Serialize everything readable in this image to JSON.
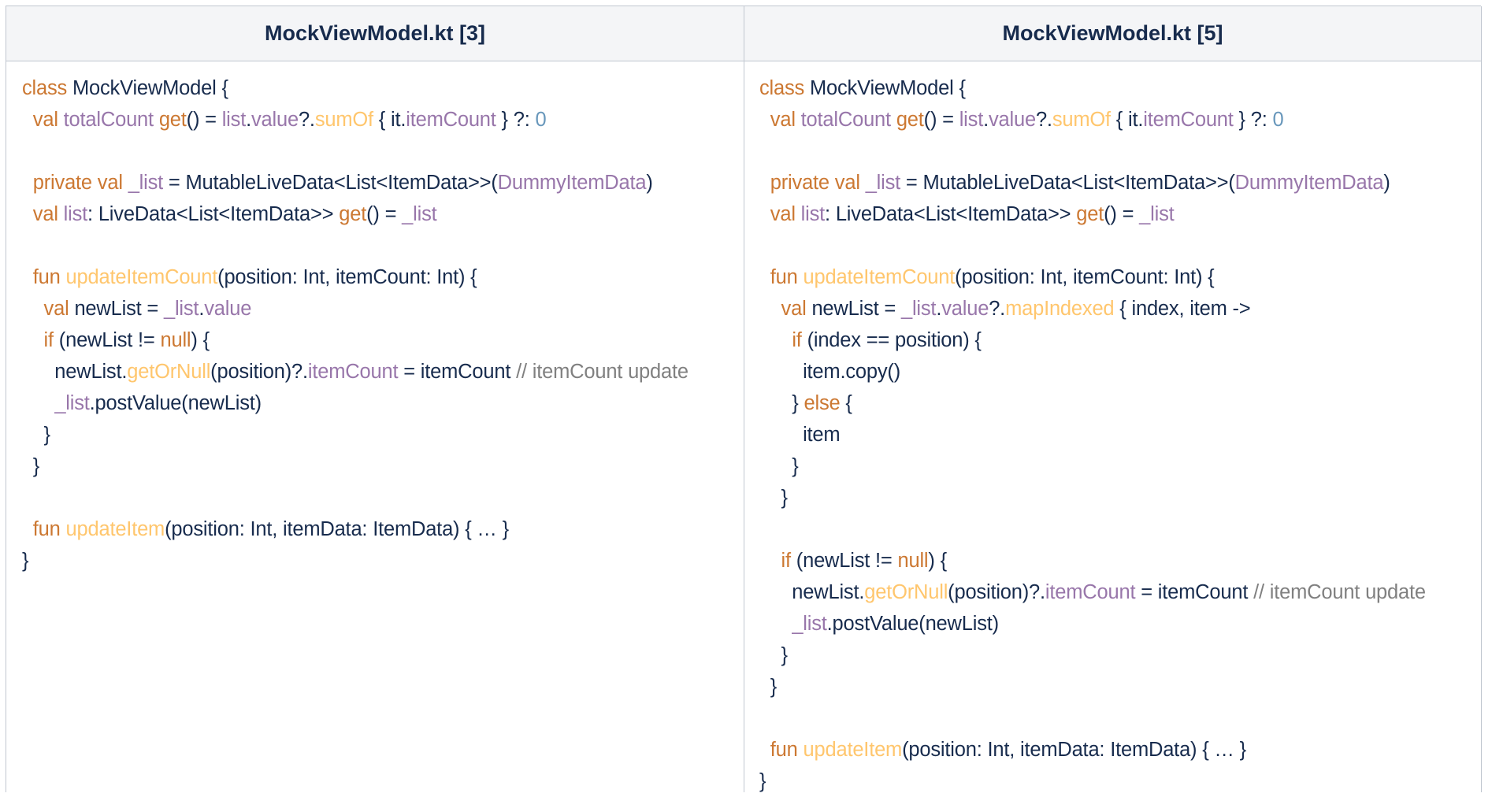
{
  "columns": [
    {
      "title": "MockViewModel.kt [3]",
      "lines": [
        [
          [
            "class ",
            "kw"
          ],
          [
            "MockViewModel {",
            "pl"
          ]
        ],
        [
          [
            "  ",
            "pl"
          ],
          [
            "val ",
            "kw"
          ],
          [
            "totalCount ",
            "pr"
          ],
          [
            "get",
            "kw"
          ],
          [
            "() = ",
            "pl"
          ],
          [
            "list",
            "pr"
          ],
          [
            ".",
            "pl"
          ],
          [
            "value",
            "pr"
          ],
          [
            "?.",
            "pl"
          ],
          [
            "sumOf",
            "fn"
          ],
          [
            " { it.",
            "pl"
          ],
          [
            "itemCount",
            "pr"
          ],
          [
            " } ?: ",
            "pl"
          ],
          [
            "0",
            "nm"
          ]
        ],
        [],
        [
          [
            "  ",
            "pl"
          ],
          [
            "private val ",
            "kw"
          ],
          [
            "_list",
            "pr"
          ],
          [
            " = MutableLiveData<List<ItemData>>(",
            "pl"
          ],
          [
            "DummyItemData",
            "pr"
          ],
          [
            ")",
            "pl"
          ]
        ],
        [
          [
            "  ",
            "pl"
          ],
          [
            "val ",
            "kw"
          ],
          [
            "list",
            "pr"
          ],
          [
            ": LiveData<List<ItemData>> ",
            "pl"
          ],
          [
            "get",
            "kw"
          ],
          [
            "() = ",
            "pl"
          ],
          [
            "_list",
            "pr"
          ]
        ],
        [],
        [
          [
            "  ",
            "pl"
          ],
          [
            "fun ",
            "kw"
          ],
          [
            "updateItemCount",
            "fn"
          ],
          [
            "(position: Int, itemCount: Int) {",
            "pl"
          ]
        ],
        [
          [
            "    ",
            "pl"
          ],
          [
            "val ",
            "kw"
          ],
          [
            "newList = ",
            "pl"
          ],
          [
            "_list",
            "pr"
          ],
          [
            ".",
            "pl"
          ],
          [
            "value",
            "pr"
          ]
        ],
        [
          [
            "    ",
            "pl"
          ],
          [
            "if ",
            "kw"
          ],
          [
            "(newList != ",
            "pl"
          ],
          [
            "null",
            "kw"
          ],
          [
            ") {",
            "pl"
          ]
        ],
        [
          [
            "      newList.",
            "pl"
          ],
          [
            "getOrNull",
            "fn"
          ],
          [
            "(position)?.",
            "pl"
          ],
          [
            "itemCount",
            "pr"
          ],
          [
            " = itemCount ",
            "pl"
          ],
          [
            "// itemCount update",
            "cm"
          ]
        ],
        [
          [
            "      ",
            "pl"
          ],
          [
            "_list",
            "pr"
          ],
          [
            ".postValue(newList)",
            "pl"
          ]
        ],
        [
          [
            "    }",
            "pl"
          ]
        ],
        [
          [
            "  }",
            "pl"
          ]
        ],
        [],
        [
          [
            "  ",
            "pl"
          ],
          [
            "fun ",
            "kw"
          ],
          [
            "updateItem",
            "fn"
          ],
          [
            "(position: Int, itemData: ItemData) { … }",
            "pl"
          ]
        ],
        [
          [
            "}",
            "pl"
          ]
        ]
      ]
    },
    {
      "title": "MockViewModel.kt [5]",
      "lines": [
        [
          [
            "class ",
            "kw"
          ],
          [
            "MockViewModel {",
            "pl"
          ]
        ],
        [
          [
            "  ",
            "pl"
          ],
          [
            "val ",
            "kw"
          ],
          [
            "totalCount ",
            "pr"
          ],
          [
            "get",
            "kw"
          ],
          [
            "() = ",
            "pl"
          ],
          [
            "list",
            "pr"
          ],
          [
            ".",
            "pl"
          ],
          [
            "value",
            "pr"
          ],
          [
            "?.",
            "pl"
          ],
          [
            "sumOf",
            "fn"
          ],
          [
            " { it.",
            "pl"
          ],
          [
            "itemCount",
            "pr"
          ],
          [
            " } ?: ",
            "pl"
          ],
          [
            "0",
            "nm"
          ]
        ],
        [],
        [
          [
            "  ",
            "pl"
          ],
          [
            "private val ",
            "kw"
          ],
          [
            "_list",
            "pr"
          ],
          [
            " = MutableLiveData<List<ItemData>>(",
            "pl"
          ],
          [
            "DummyItemData",
            "pr"
          ],
          [
            ")",
            "pl"
          ]
        ],
        [
          [
            "  ",
            "pl"
          ],
          [
            "val ",
            "kw"
          ],
          [
            "list",
            "pr"
          ],
          [
            ": LiveData<List<ItemData>> ",
            "pl"
          ],
          [
            "get",
            "kw"
          ],
          [
            "() = ",
            "pl"
          ],
          [
            "_list",
            "pr"
          ]
        ],
        [],
        [
          [
            "  ",
            "pl"
          ],
          [
            "fun ",
            "kw"
          ],
          [
            "updateItemCount",
            "fn"
          ],
          [
            "(position: Int, itemCount: Int) {",
            "pl"
          ]
        ],
        [
          [
            "    ",
            "pl"
          ],
          [
            "val ",
            "kw"
          ],
          [
            "newList = ",
            "pl"
          ],
          [
            "_list",
            "pr"
          ],
          [
            ".",
            "pl"
          ],
          [
            "value",
            "pr"
          ],
          [
            "?.",
            "pl"
          ],
          [
            "mapIndexed",
            "fn"
          ],
          [
            " { index, item ->",
            "pl"
          ]
        ],
        [
          [
            "      ",
            "pl"
          ],
          [
            "if ",
            "kw"
          ],
          [
            "(index == position) {",
            "pl"
          ]
        ],
        [
          [
            "        item.copy()",
            "pl"
          ]
        ],
        [
          [
            "      } ",
            "pl"
          ],
          [
            "else ",
            "kw"
          ],
          [
            "{",
            "pl"
          ]
        ],
        [
          [
            "        item",
            "pl"
          ]
        ],
        [
          [
            "      }",
            "pl"
          ]
        ],
        [
          [
            "    }",
            "pl"
          ]
        ],
        [],
        [
          [
            "    ",
            "pl"
          ],
          [
            "if ",
            "kw"
          ],
          [
            "(newList != ",
            "pl"
          ],
          [
            "null",
            "kw"
          ],
          [
            ") {",
            "pl"
          ]
        ],
        [
          [
            "      newList.",
            "pl"
          ],
          [
            "getOrNull",
            "fn"
          ],
          [
            "(position)?.",
            "pl"
          ],
          [
            "itemCount",
            "pr"
          ],
          [
            " = itemCount ",
            "pl"
          ],
          [
            "// itemCount update",
            "cm"
          ]
        ],
        [
          [
            "      ",
            "pl"
          ],
          [
            "_list",
            "pr"
          ],
          [
            ".postValue(newList)",
            "pl"
          ]
        ],
        [
          [
            "    }",
            "pl"
          ]
        ],
        [
          [
            "  }",
            "pl"
          ]
        ],
        [],
        [
          [
            "  ",
            "pl"
          ],
          [
            "fun ",
            "kw"
          ],
          [
            "updateItem",
            "fn"
          ],
          [
            "(position: Int, itemData: ItemData) { … }",
            "pl"
          ]
        ],
        [
          [
            "}",
            "pl"
          ]
        ]
      ]
    }
  ],
  "colors": {
    "kw": "#cc7832",
    "pr": "#9876aa",
    "fn": "#ffc66d",
    "nm": "#6897bb",
    "cm": "#808080",
    "pl": "#172b4d",
    "border": "#c1c7d0",
    "header_bg": "#f4f5f7"
  }
}
